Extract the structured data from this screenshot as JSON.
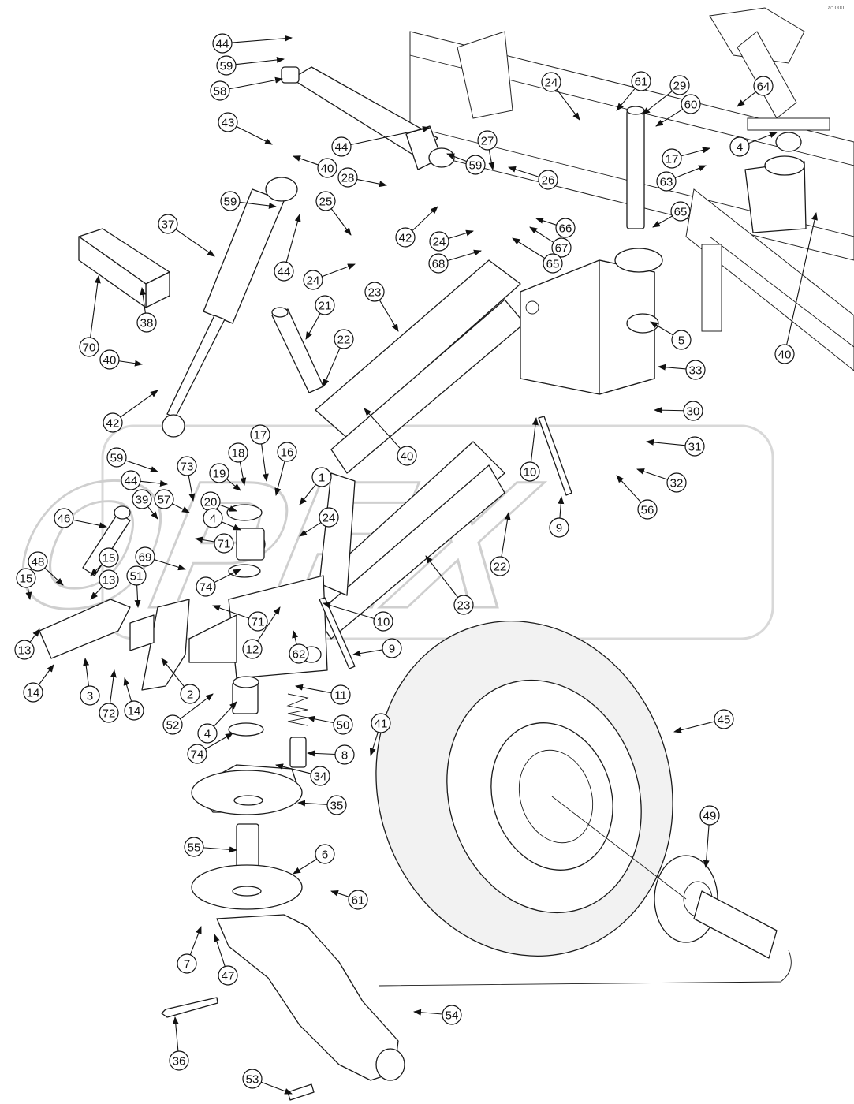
{
  "watermark": {
    "text": "OPEX",
    "color": "#cfcfcf"
  },
  "corner_note": "a° 000",
  "callouts": [
    {
      "id": "c44a",
      "label": "44"
    },
    {
      "id": "c59a",
      "label": "59"
    },
    {
      "id": "c58",
      "label": "58"
    },
    {
      "id": "c43",
      "label": "43"
    },
    {
      "id": "c40a",
      "label": "40"
    },
    {
      "id": "c44b",
      "label": "44"
    },
    {
      "id": "c59b",
      "label": "59"
    },
    {
      "id": "c28",
      "label": "28"
    },
    {
      "id": "c59c",
      "label": "59"
    },
    {
      "id": "c25",
      "label": "25"
    },
    {
      "id": "c42a",
      "label": "42"
    },
    {
      "id": "c37",
      "label": "37"
    },
    {
      "id": "c44c",
      "label": "44"
    },
    {
      "id": "c24a",
      "label": "24"
    },
    {
      "id": "c24b",
      "label": "24"
    },
    {
      "id": "c61a",
      "label": "61"
    },
    {
      "id": "c29",
      "label": "29"
    },
    {
      "id": "c60",
      "label": "60"
    },
    {
      "id": "c64",
      "label": "64"
    },
    {
      "id": "c27",
      "label": "27"
    },
    {
      "id": "c26",
      "label": "26"
    },
    {
      "id": "c17a",
      "label": "17"
    },
    {
      "id": "c4a",
      "label": "4"
    },
    {
      "id": "c63",
      "label": "63"
    },
    {
      "id": "c65a",
      "label": "65"
    },
    {
      "id": "c66",
      "label": "66"
    },
    {
      "id": "c67",
      "label": "67"
    },
    {
      "id": "c24c",
      "label": "24"
    },
    {
      "id": "c68",
      "label": "68"
    },
    {
      "id": "c65b",
      "label": "65"
    },
    {
      "id": "c70",
      "label": "70"
    },
    {
      "id": "c38",
      "label": "38"
    },
    {
      "id": "c21",
      "label": "21"
    },
    {
      "id": "c23a",
      "label": "23"
    },
    {
      "id": "c5",
      "label": "5"
    },
    {
      "id": "c40b",
      "label": "40"
    },
    {
      "id": "c22a",
      "label": "22"
    },
    {
      "id": "c40c",
      "label": "40"
    },
    {
      "id": "c33",
      "label": "33"
    },
    {
      "id": "c42b",
      "label": "42"
    },
    {
      "id": "c30",
      "label": "30"
    },
    {
      "id": "c17b",
      "label": "17"
    },
    {
      "id": "c40d",
      "label": "40"
    },
    {
      "id": "c31",
      "label": "31"
    },
    {
      "id": "c59d",
      "label": "59"
    },
    {
      "id": "c73",
      "label": "73"
    },
    {
      "id": "c18",
      "label": "18"
    },
    {
      "id": "c16",
      "label": "16"
    },
    {
      "id": "c44d",
      "label": "44"
    },
    {
      "id": "c19",
      "label": "19"
    },
    {
      "id": "c1",
      "label": "1"
    },
    {
      "id": "c10a",
      "label": "10"
    },
    {
      "id": "c32",
      "label": "32"
    },
    {
      "id": "c39",
      "label": "39"
    },
    {
      "id": "c57",
      "label": "57"
    },
    {
      "id": "c20",
      "label": "20"
    },
    {
      "id": "c46",
      "label": "46"
    },
    {
      "id": "c4b",
      "label": "4"
    },
    {
      "id": "c24d",
      "label": "24"
    },
    {
      "id": "c56",
      "label": "56"
    },
    {
      "id": "c71a",
      "label": "71"
    },
    {
      "id": "c9a",
      "label": "9"
    },
    {
      "id": "c69",
      "label": "69"
    },
    {
      "id": "c15a",
      "label": "15"
    },
    {
      "id": "c48",
      "label": "48"
    },
    {
      "id": "c22b",
      "label": "22"
    },
    {
      "id": "c15b",
      "label": "15"
    },
    {
      "id": "c51",
      "label": "51"
    },
    {
      "id": "c74a",
      "label": "74"
    },
    {
      "id": "c13a",
      "label": "13"
    },
    {
      "id": "c23b",
      "label": "23"
    },
    {
      "id": "c71b",
      "label": "71"
    },
    {
      "id": "c10b",
      "label": "10"
    },
    {
      "id": "c13b",
      "label": "13"
    },
    {
      "id": "c12",
      "label": "12"
    },
    {
      "id": "c62",
      "label": "62"
    },
    {
      "id": "c9b",
      "label": "9"
    },
    {
      "id": "c14a",
      "label": "14"
    },
    {
      "id": "c3",
      "label": "3"
    },
    {
      "id": "c72",
      "label": "72"
    },
    {
      "id": "c14b",
      "label": "14"
    },
    {
      "id": "c2",
      "label": "2"
    },
    {
      "id": "c11",
      "label": "11"
    },
    {
      "id": "c52",
      "label": "52"
    },
    {
      "id": "c45",
      "label": "45"
    },
    {
      "id": "c41",
      "label": "41"
    },
    {
      "id": "c50",
      "label": "50"
    },
    {
      "id": "c4c",
      "label": "4"
    },
    {
      "id": "c74b",
      "label": "74"
    },
    {
      "id": "c8",
      "label": "8"
    },
    {
      "id": "c34",
      "label": "34"
    },
    {
      "id": "c35",
      "label": "35"
    },
    {
      "id": "c49",
      "label": "49"
    },
    {
      "id": "c55",
      "label": "55"
    },
    {
      "id": "c6",
      "label": "6"
    },
    {
      "id": "c61b",
      "label": "61"
    },
    {
      "id": "c7",
      "label": "7"
    },
    {
      "id": "c47",
      "label": "47"
    },
    {
      "id": "c54",
      "label": "54"
    },
    {
      "id": "c36",
      "label": "36"
    },
    {
      "id": "c53",
      "label": "53"
    }
  ]
}
